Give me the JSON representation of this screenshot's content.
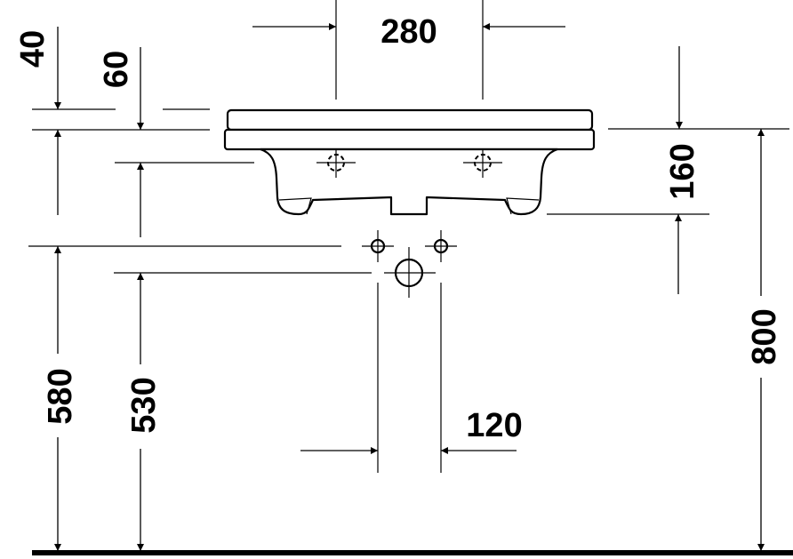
{
  "drawing": {
    "type": "technical dimension drawing",
    "subject": "washbasin front elevation",
    "units": "mm",
    "dimensions": {
      "tap_hole_spacing": "280",
      "top_rim_thickness": "40",
      "rim_to_overflow": "60",
      "basin_depth": "160",
      "floor_to_supply": "580",
      "floor_to_waste": "530",
      "supply_spacing": "120",
      "floor_to_rim": "800"
    },
    "colors": {
      "line": "#000000",
      "background": "#ffffff"
    }
  }
}
